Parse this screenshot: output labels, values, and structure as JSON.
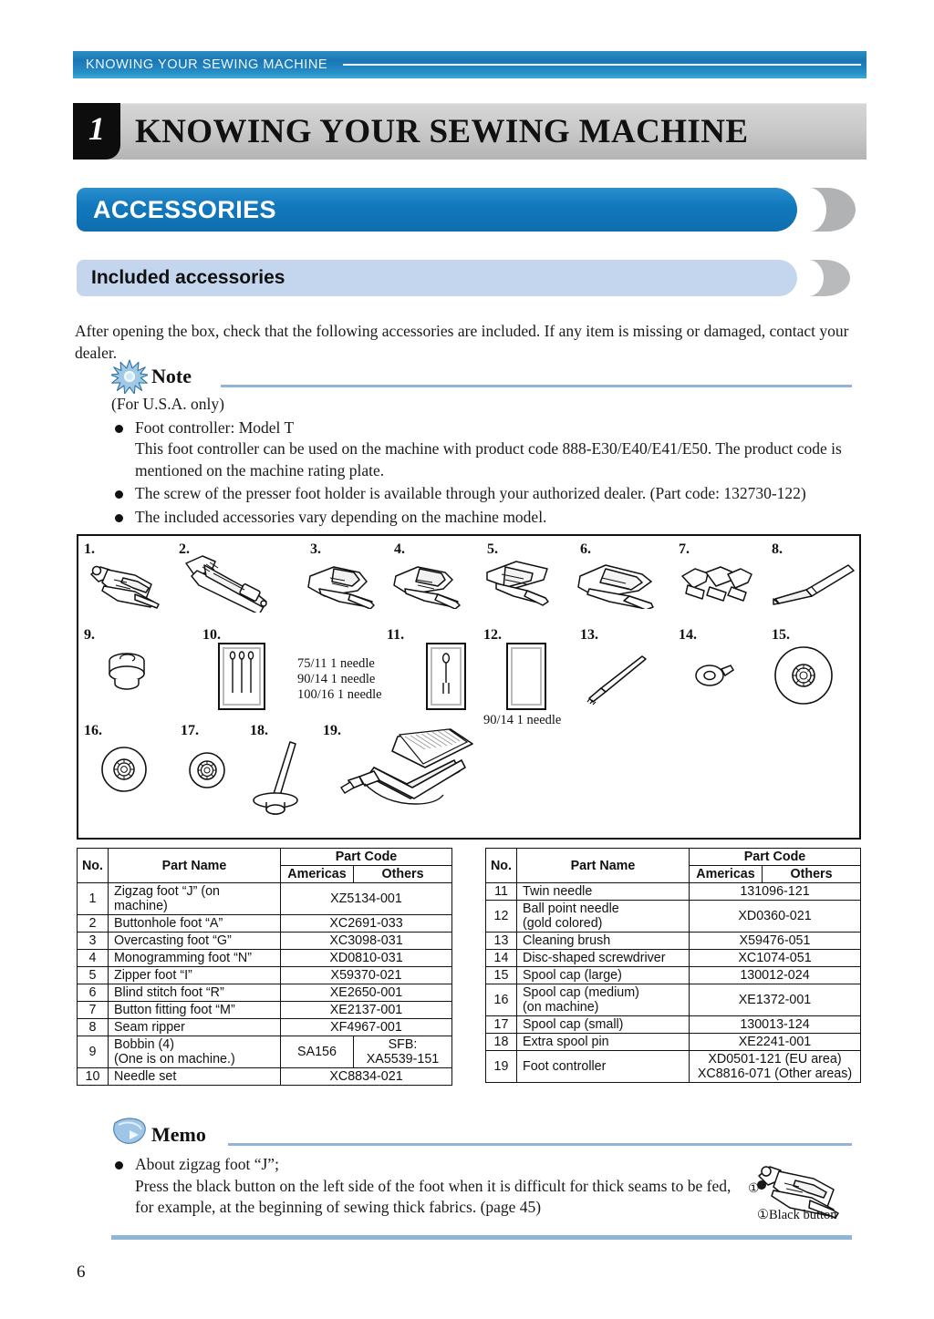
{
  "header": {
    "running_title": "KNOWING YOUR SEWING MACHINE",
    "chapter_number": "1",
    "chapter_title": "KNOWING YOUR SEWING MACHINE"
  },
  "sections": {
    "main_heading": "ACCESSORIES",
    "sub_heading": "Included accessories"
  },
  "intro": "After opening the box, check that the following accessories are included. If any item is missing or damaged, contact your dealer.",
  "note": {
    "label": "Note",
    "region_line": "(For U.S.A. only)",
    "bullets": [
      "Foot controller: Model T",
      "The screw of the presser foot holder is available through your authorized dealer. (Part code: 132730-122)",
      "The included accessories vary depending on the machine model."
    ],
    "bullet1_detail": "This foot controller can be used on the machine with product code 888-E30/E40/E41/E50. The product code is mentioned on the machine rating plate."
  },
  "figure": {
    "numbers": [
      "1.",
      "2.",
      "3.",
      "4.",
      "5.",
      "6.",
      "7.",
      "8.",
      "9.",
      "10.",
      "11.",
      "12.",
      "13.",
      "14.",
      "15.",
      "16.",
      "17.",
      "18.",
      "19."
    ],
    "needle_set_caption": "75/11 1 needle\n90/14 1 needle\n100/16 1 needle",
    "ball_point_caption": "90/14 1 needle"
  },
  "table_headers": {
    "no": "No.",
    "part_name": "Part Name",
    "part_code": "Part Code",
    "americas": "Americas",
    "others": "Others"
  },
  "table_left": [
    {
      "no": "1",
      "name": "Zigzag foot “J” (on machine)",
      "code": "XZ5134-001",
      "split": false
    },
    {
      "no": "2",
      "name": "Buttonhole foot “A”",
      "code": "XC2691-033",
      "split": false
    },
    {
      "no": "3",
      "name": "Overcasting foot “G”",
      "code": "XC3098-031",
      "split": false
    },
    {
      "no": "4",
      "name": "Monogramming foot “N”",
      "code": "XD0810-031",
      "split": false
    },
    {
      "no": "5",
      "name": "Zipper foot “I”",
      "code": "X59370-021",
      "split": false
    },
    {
      "no": "6",
      "name": "Blind stitch foot “R”",
      "code": "XE2650-001",
      "split": false
    },
    {
      "no": "7",
      "name": "Button fitting foot “M”",
      "code": "XE2137-001",
      "split": false
    },
    {
      "no": "8",
      "name": "Seam ripper",
      "code": "XF4967-001",
      "split": false
    },
    {
      "no": "9",
      "name": "Bobbin (4)\n(One is on machine.)",
      "americas": "SA156",
      "others": "SFB:\nXA5539-151",
      "split": true
    },
    {
      "no": "10",
      "name": "Needle set",
      "code": "XC8834-021",
      "split": false
    }
  ],
  "table_right": [
    {
      "no": "11",
      "name": "Twin needle",
      "code": "131096-121",
      "split": false
    },
    {
      "no": "12",
      "name": "Ball point needle\n(gold colored)",
      "code": "XD0360-021",
      "split": false
    },
    {
      "no": "13",
      "name": "Cleaning brush",
      "code": "X59476-051",
      "split": false
    },
    {
      "no": "14",
      "name": "Disc-shaped screwdriver",
      "code": "XC1074-051",
      "split": false
    },
    {
      "no": "15",
      "name": "Spool cap (large)",
      "code": "130012-024",
      "split": false
    },
    {
      "no": "16",
      "name": "Spool cap (medium)\n(on machine)",
      "code": "XE1372-001",
      "split": false
    },
    {
      "no": "17",
      "name": "Spool cap (small)",
      "code": "130013-124",
      "split": false
    },
    {
      "no": "18",
      "name": "Extra spool pin",
      "code": "XE2241-001",
      "split": false
    },
    {
      "no": "19",
      "name": "Foot controller",
      "code": "XD0501-121 (EU area)\nXC8816-071 (Other areas)",
      "split": false
    }
  ],
  "memo": {
    "label": "Memo",
    "bullet_title": "About zigzag foot “J”;",
    "bullet_detail": "Press the black button on the left side of the foot when it is difficult for thick seams to be fed, for example, at the beginning of sewing thick fabrics. (page 45)",
    "figure_callout": "①",
    "figure_caption": "①Black button"
  },
  "footer": {
    "page_number": "6"
  },
  "colors": {
    "header_blue": "#1a76b4",
    "accent_blue": "#1279bd",
    "sub_blue": "#c3d6ee",
    "crescent_gray": "#b0b2b4",
    "rule_blue": "#8fb4d4",
    "chapter_gray": "#c9c9c9"
  }
}
